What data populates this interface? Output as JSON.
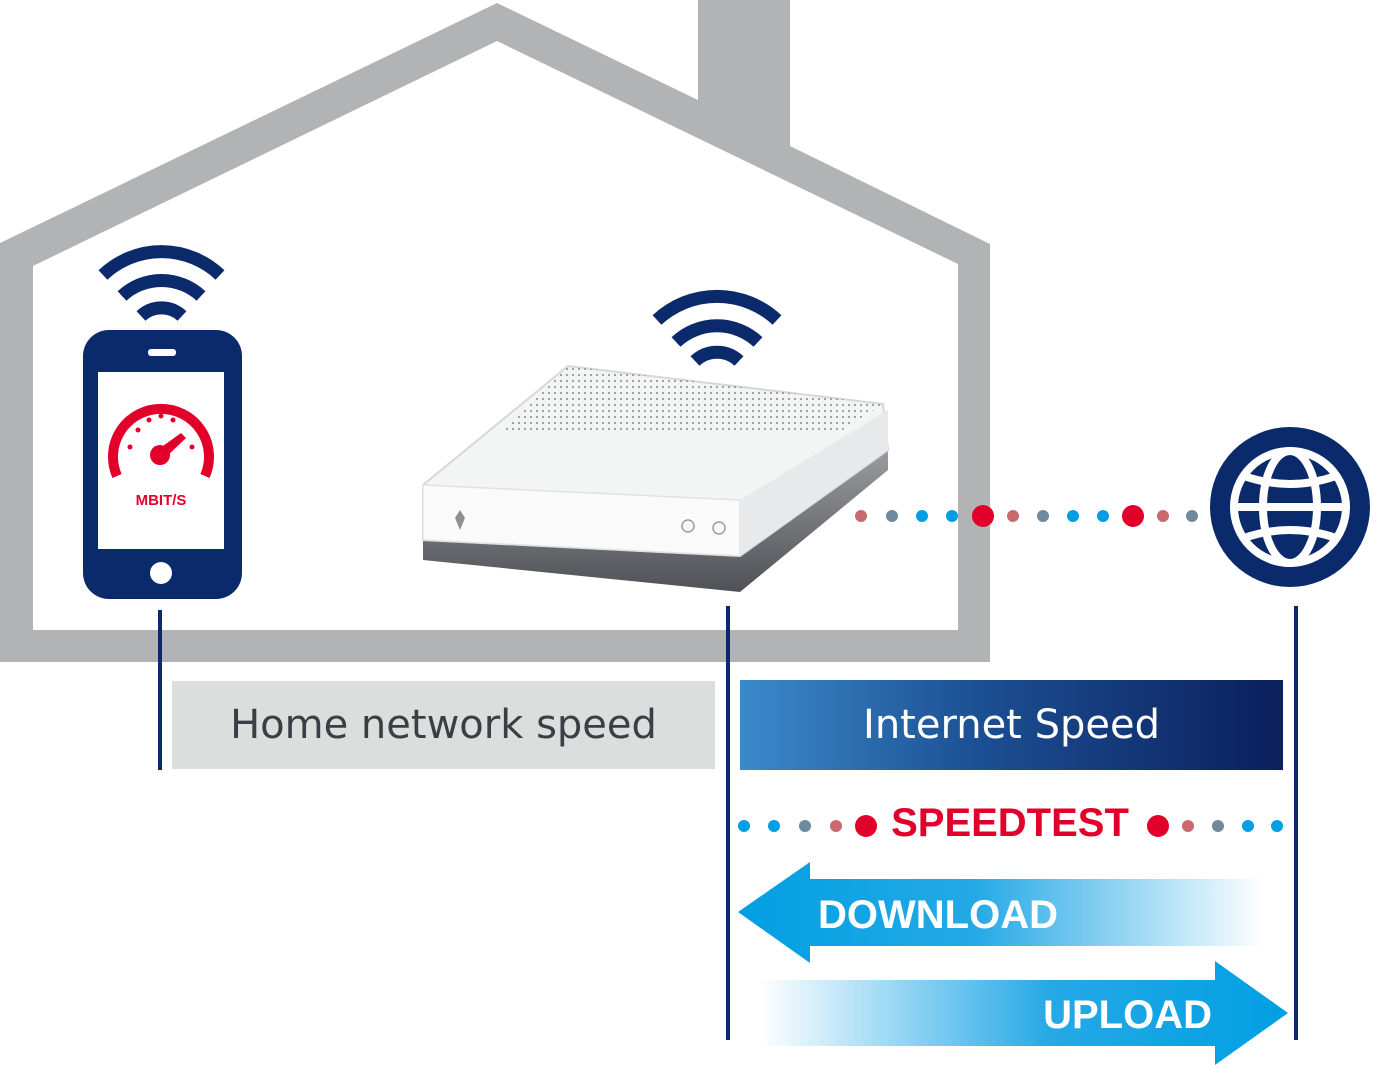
{
  "labels": {
    "home_network": "Home network speed",
    "internet": "Internet Speed",
    "speedtest": "SPEEDTEST",
    "download": "DOWNLOAD",
    "upload": "UPLOAD",
    "phone_unit": "MBIT/S"
  },
  "colors": {
    "navy": "#0b2a6b",
    "house_gray": "#b1b3b5",
    "red": "#e2002a",
    "cyan": "#009fe3",
    "dot_gray": "#6f8a9c",
    "dot_rose": "#c86a6f"
  },
  "icons": [
    "wifi-icon",
    "smartphone-icon",
    "speedometer-icon",
    "router-icon",
    "globe-icon",
    "arrow-left-icon",
    "arrow-right-icon"
  ]
}
